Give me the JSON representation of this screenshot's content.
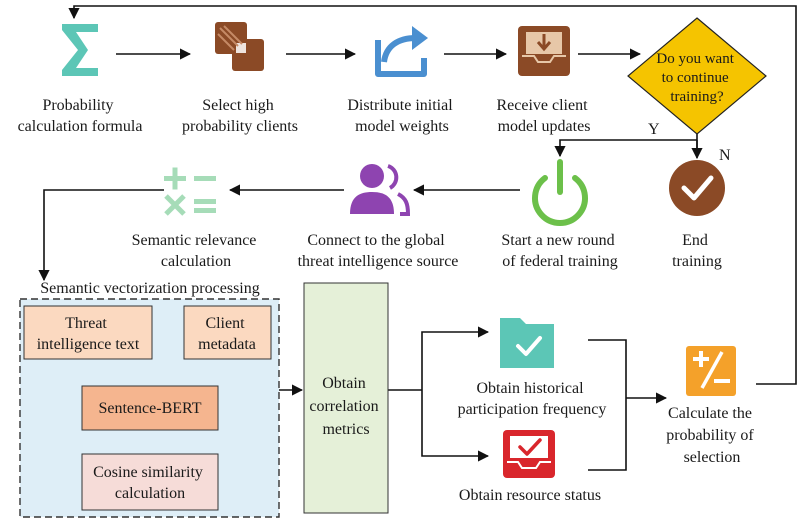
{
  "nodes": {
    "prob_formula": [
      "Probability",
      "calculation formula"
    ],
    "select_clients": [
      "Select high",
      "probability clients"
    ],
    "distribute": [
      "Distribute initial",
      "model weights"
    ],
    "receive": [
      "Receive client",
      "model updates"
    ],
    "decision": [
      "Do you want",
      "to continue",
      "training?"
    ],
    "yes": "Y",
    "no": "N",
    "start_round": [
      "Start a new round",
      "of federal training"
    ],
    "end": [
      "End",
      "training"
    ],
    "connect": [
      "Connect to the global",
      "threat intelligence source"
    ],
    "relevance": [
      "Semantic relevance",
      "calculation"
    ],
    "vectorization_title": "Semantic vectorization processing",
    "threat_text": [
      "Threat",
      "intelligence text"
    ],
    "client_meta": [
      "Client",
      "metadata"
    ],
    "sbert": "Sentence-BERT",
    "cosine": [
      "Cosine similarity",
      "calculation"
    ],
    "correlation": [
      "Obtain",
      "correlation",
      "metrics"
    ],
    "historical": [
      "Obtain historical",
      "participation frequency"
    ],
    "resource": "Obtain resource status",
    "probability": [
      "Calculate the",
      "probability of",
      "selection"
    ]
  },
  "colors": {
    "teal": "#5cc6b6",
    "brown": "#8b4a26",
    "blue": "#4a8fd0",
    "diamond": "#f5c400",
    "green": "#6cc04a",
    "purple": "#8e44b0",
    "mint": "#a6dcb8",
    "panel": "#deeef7",
    "peach": "#fbd9c0",
    "salmon": "#f5b58f",
    "pink": "#f6dcd8",
    "corr": "#e5f0d8",
    "folder": "#5cc6b6",
    "red": "#d9262c",
    "orange": "#f4a12a"
  }
}
